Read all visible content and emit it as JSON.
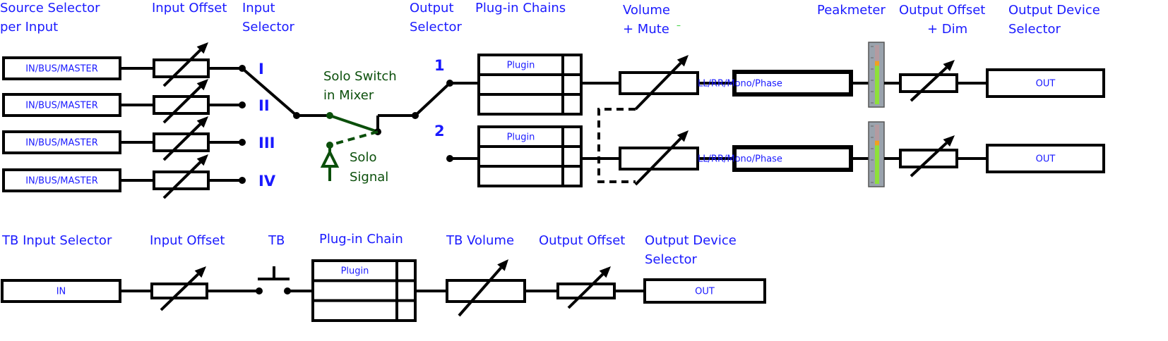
{
  "colors": {
    "label": "#1a1aff",
    "solo": "#0b4f0b",
    "wire": "#000000",
    "meter_green": "#8ee03a",
    "meter_orange": "#f0a020"
  },
  "headers": {
    "source_selector": [
      "Source Selector",
      "per Input"
    ],
    "input_offset": "Input Offset",
    "input_selector": [
      "Input",
      "Selector"
    ],
    "output_selector": [
      "Output",
      "Selector"
    ],
    "plugin_chains": "Plug-in Chains",
    "volume": [
      "Volume",
      "+ Mute"
    ],
    "mute_mark": "–",
    "peakmeter": "Peakmeter",
    "output_offset": [
      "Output Offset",
      "+ Dim"
    ],
    "output_device": [
      "Output Device",
      "Selector"
    ]
  },
  "solo": {
    "switch": [
      "Solo Switch",
      "in Mixer"
    ],
    "signal": [
      "Solo",
      "Signal"
    ]
  },
  "inputs": [
    {
      "source": "IN/BUS/MASTER",
      "numeral": "I"
    },
    {
      "source": "IN/BUS/MASTER",
      "numeral": "II"
    },
    {
      "source": "IN/BUS/MASTER",
      "numeral": "III"
    },
    {
      "source": "IN/BUS/MASTER",
      "numeral": "IV"
    }
  ],
  "outputs": [
    {
      "number": "1",
      "plugin": "Plugin",
      "mode": "LL/RR/Mono/Phase",
      "device": "OUT",
      "meter_level_db": -8
    },
    {
      "number": "2",
      "plugin": "Plugin",
      "mode": "LL/RR/Mono/Phase",
      "device": "OUT",
      "meter_level_db": -8
    }
  ],
  "talkback": {
    "headers": {
      "input_selector": "TB Input Selector",
      "input_offset": "Input Offset",
      "tb": "TB",
      "plugin_chain": "Plug-in Chain",
      "volume": "TB Volume",
      "output_offset": "Output Offset",
      "output_device": [
        "Output Device",
        "Selector"
      ]
    },
    "input": "IN",
    "plugin": "Plugin",
    "device": "OUT"
  }
}
